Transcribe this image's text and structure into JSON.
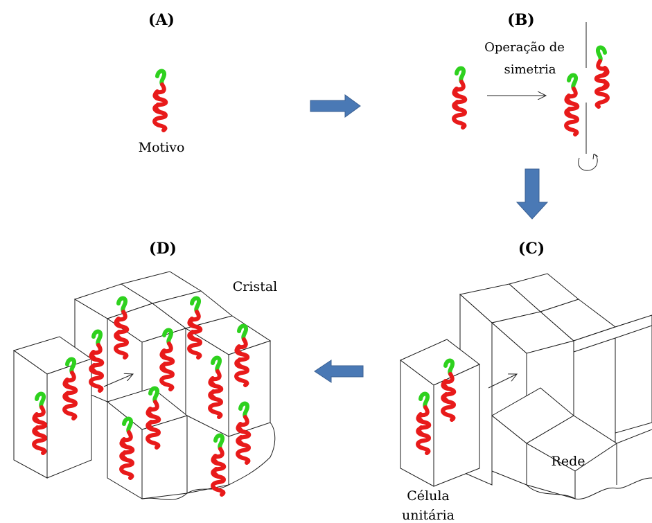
{
  "panels": {
    "a": {
      "letter": "(A)",
      "label": "Motivo"
    },
    "b": {
      "letter": "(B)",
      "label_line1": "Operação de",
      "label_line2": "simetria"
    },
    "c": {
      "letter": "(C)",
      "lattice_label": "Rede",
      "cell_label_line1": "Célula",
      "cell_label_line2": "unitária"
    },
    "d": {
      "letter": "(D)",
      "label": "Cristal"
    }
  },
  "colors": {
    "helix": "#e81a1a",
    "helix_end": "#2ed11e",
    "flow_arrow": "#4a79b5"
  },
  "icons": [
    "helix-motif-icon",
    "flow-arrow-icon",
    "rotation-arrow-icon"
  ]
}
